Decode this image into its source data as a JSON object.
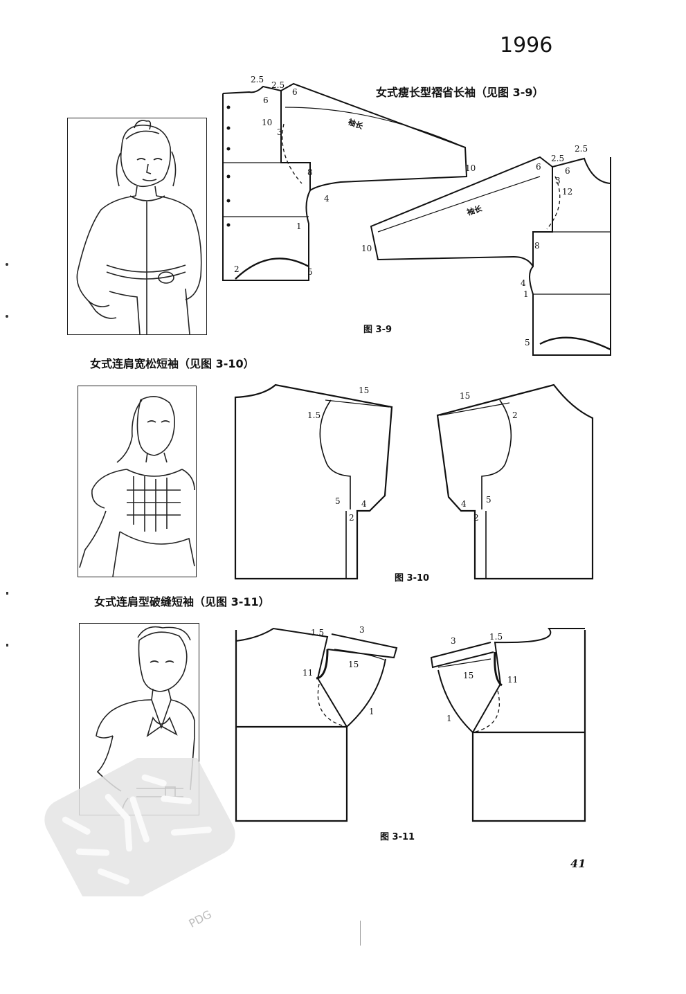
{
  "year": "1996",
  "sections": [
    {
      "title": "女式瘦长型褶省长袖（见图 3-9）",
      "caption": "图 3-9",
      "labels": {
        "a": "2.5",
        "b": "2.5",
        "c": "6",
        "d": "6",
        "e": "10",
        "f": "3",
        "g": "8",
        "h": "4",
        "i": "1",
        "j": "2",
        "k": "5",
        "l": "10",
        "m": "袖长",
        "n": "2.5",
        "o": "2.5",
        "p": "6",
        "q": "6",
        "r": "3",
        "s": "12",
        "t": "袖长",
        "u": "10",
        "v": "8",
        "w": "4",
        "x": "1",
        "y": "5"
      }
    },
    {
      "title": "女式连肩宽松短袖（见图 3-10）",
      "caption": "图 3-10",
      "labels": {
        "a": "15",
        "b": "1.5",
        "c": "5",
        "d": "4",
        "e": "2",
        "f": "15",
        "g": "2",
        "h": "4",
        "i": "5",
        "j": "2"
      }
    },
    {
      "title": "女式连肩型破缝短袖（见图 3-11）",
      "caption": "图 3-11",
      "labels": {
        "a": "1.5",
        "b": "3",
        "c": "15",
        "d": "11",
        "e": "1",
        "f": "3",
        "g": "1.5",
        "h": "15",
        "i": "11",
        "j": "1"
      }
    }
  ],
  "page_number": "41",
  "stamp": {
    "text": "PDG"
  }
}
